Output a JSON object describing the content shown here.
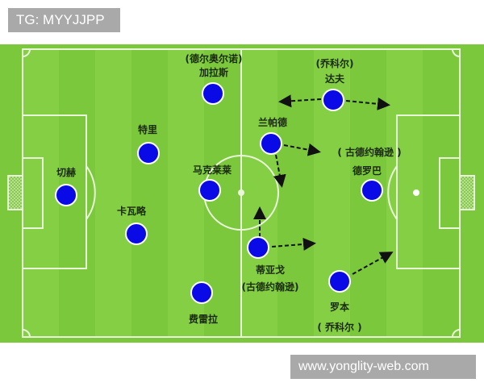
{
  "watermark_top": "TG: MYYJJPP",
  "watermark_bottom": "www.yonglity-web.com",
  "colors": {
    "pitch": "#7cc83c",
    "player": "#0a0ae6",
    "line": "#eaf6da"
  },
  "players": [
    {
      "id": "gallas",
      "name": "加拉斯",
      "alt": "(德尔奥尔诺)"
    },
    {
      "id": "duff",
      "name": "达夫",
      "alt": "(乔科尔)"
    },
    {
      "id": "terry",
      "name": "特里"
    },
    {
      "id": "lampard",
      "name": "兰帕德"
    },
    {
      "id": "cech",
      "name": "切赫"
    },
    {
      "id": "makelele",
      "name": "马克莱莱"
    },
    {
      "id": "drogba",
      "name": "德罗巴",
      "alt": "( 古德约翰逊 )"
    },
    {
      "id": "carvalho",
      "name": "卡瓦略"
    },
    {
      "id": "tiago",
      "name": "蒂亚戈",
      "alt": "(古德约翰逊)"
    },
    {
      "id": "ferreira",
      "name": "费雷拉"
    },
    {
      "id": "robben",
      "name": "罗本",
      "alt": "( 乔科尔 )"
    }
  ]
}
